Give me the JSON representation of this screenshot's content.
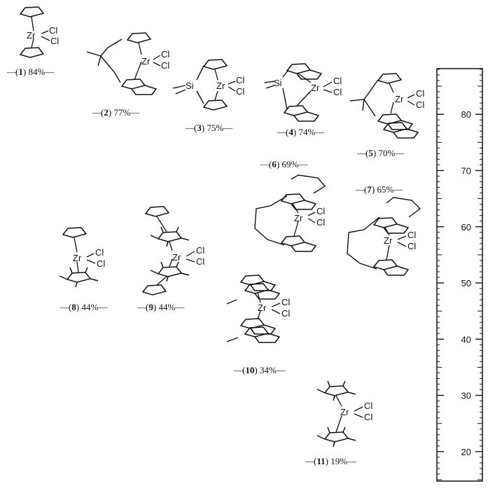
{
  "metal": "Zr",
  "ligand_atom": "Cl",
  "bridge_atom": "Si",
  "compounds": [
    {
      "id": "1",
      "percent": "84%"
    },
    {
      "id": "2",
      "percent": "77%"
    },
    {
      "id": "3",
      "percent": "75%"
    },
    {
      "id": "4",
      "percent": "74%"
    },
    {
      "id": "5",
      "percent": "70%"
    },
    {
      "id": "6",
      "percent": "69%"
    },
    {
      "id": "7",
      "percent": "65%"
    },
    {
      "id": "8",
      "percent": "44%"
    },
    {
      "id": "9",
      "percent": "44%"
    },
    {
      "id": "10",
      "percent": "34%"
    },
    {
      "id": "11",
      "percent": "19%"
    }
  ],
  "scale": {
    "min": 15,
    "max": 88,
    "major_step": 10,
    "minor_step": 1,
    "tick_labels": [
      "20",
      "30",
      "40",
      "50",
      "60",
      "70",
      "80"
    ]
  }
}
